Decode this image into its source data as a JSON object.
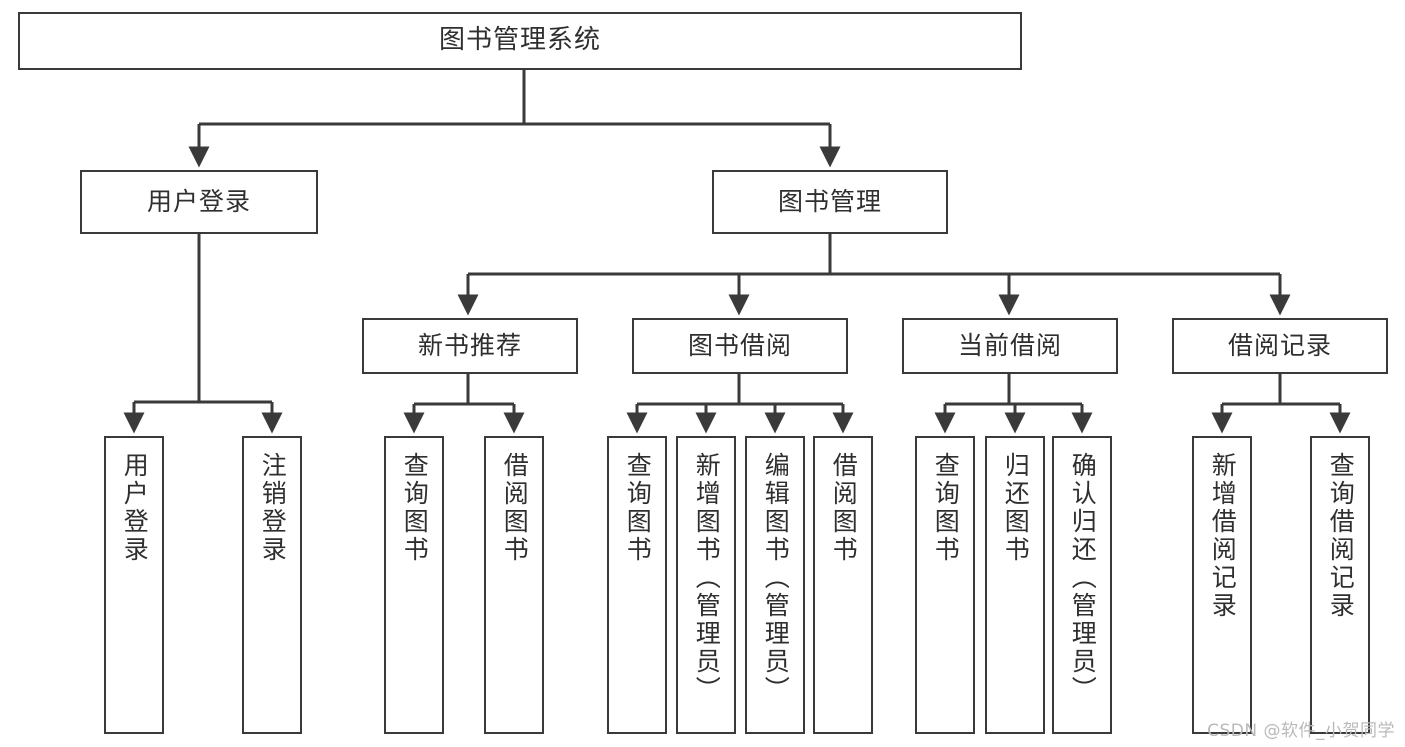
{
  "diagram": {
    "title": "图书管理系统",
    "watermark": "CSDN @软件_小贺同学",
    "style": {
      "box_border_color": "#3a3a3a",
      "box_fill_color": "#ffffff",
      "text_color": "#2f2f2f",
      "line_color": "#3a3a3a",
      "background": "#ffffff",
      "watermark_color": "#b9b9b9"
    },
    "root": {
      "label": "图书管理系统"
    },
    "level2": [
      {
        "label": "用户登录"
      },
      {
        "label": "图书管理"
      }
    ],
    "level3": [
      {
        "label": "新书推荐"
      },
      {
        "label": "图书借阅"
      },
      {
        "label": "当前借阅"
      },
      {
        "label": "借阅记录"
      }
    ],
    "leaves": {
      "user_login": [
        {
          "label": "用户登录"
        },
        {
          "label": "注销登录"
        }
      ],
      "new_book_recommend": [
        {
          "label": "查询图书"
        },
        {
          "label": "借阅图书"
        }
      ],
      "book_borrow": [
        {
          "label": "查询图书"
        },
        {
          "label": "新增图书（管理员）"
        },
        {
          "label": "编辑图书（管理员）"
        },
        {
          "label": "借阅图书"
        }
      ],
      "current_borrow": [
        {
          "label": "查询图书"
        },
        {
          "label": "归还图书"
        },
        {
          "label": "确认归还（管理员）"
        }
      ],
      "borrow_record": [
        {
          "label": "新增借阅记录"
        },
        {
          "label": "查询借阅记录"
        }
      ]
    }
  }
}
